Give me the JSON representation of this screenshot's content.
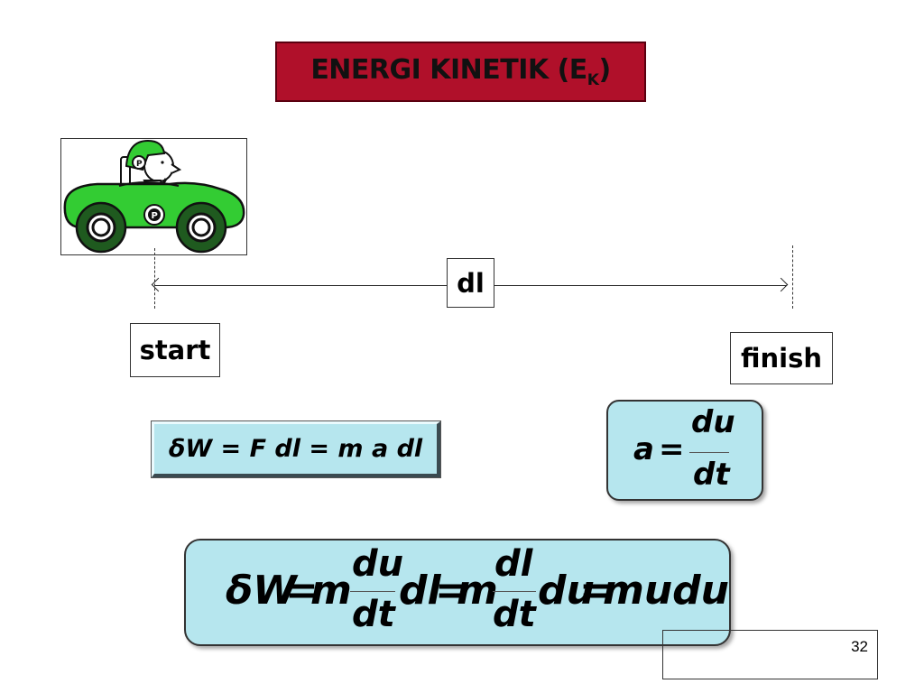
{
  "slide": {
    "title": {
      "main": "ENERGI KINETIK (E",
      "sub": "K",
      "close": ")"
    },
    "labels": {
      "dl": "dl",
      "start": "start",
      "finish": "finish"
    },
    "equation_work": "δW = F dl = m a dl",
    "equation_accel": {
      "lhs": "a",
      "eq": "=",
      "num": "du",
      "den": "dt"
    },
    "equation_big": {
      "delta_w": "δW",
      "eq1": "=",
      "m1": "m",
      "frac1_num": "du",
      "frac1_den": "dt",
      "dl": "dl",
      "eq2": "=",
      "m2": "m",
      "frac2_num": "dl",
      "frac2_den": "dt",
      "du": "du",
      "eq3": "=",
      "mudu": "mudu"
    },
    "car_badge": "P",
    "page_number": "32"
  },
  "colors": {
    "title_bg": "#b0102a",
    "equation_bg": "#b6e6ee",
    "car_body": "#33cc33",
    "car_dark": "#114411"
  }
}
